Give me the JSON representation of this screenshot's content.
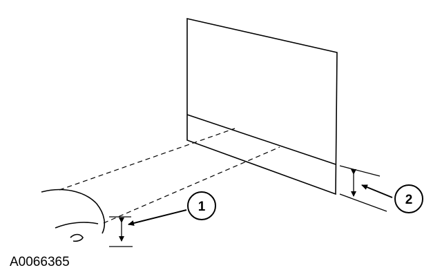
{
  "figure_id": "A0066365",
  "callouts": [
    {
      "label": "1"
    },
    {
      "label": "2"
    }
  ],
  "colors": {
    "line": "#000000",
    "background": "#ffffff"
  }
}
